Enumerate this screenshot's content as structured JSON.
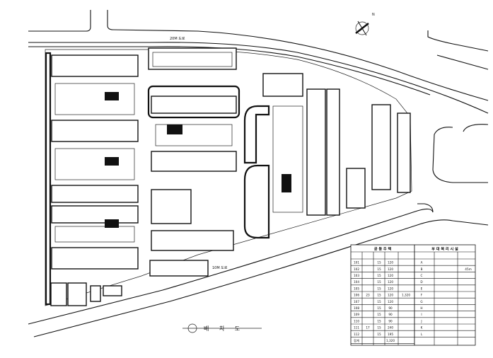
{
  "roads": {
    "north": "20M 도로",
    "south": "10M 도로"
  },
  "title": "배 치 도",
  "north_marker": "N",
  "residential_table": {
    "heading": "공 동 주 택",
    "rows": [
      [
        "101",
        "",
        "15",
        "120",
        ""
      ],
      [
        "102",
        "",
        "15",
        "120",
        ""
      ],
      [
        "103",
        "",
        "15",
        "120",
        ""
      ],
      [
        "104",
        "",
        "15",
        "120",
        ""
      ],
      [
        "105",
        "",
        "15",
        "120",
        ""
      ],
      [
        "106",
        "23",
        "15",
        "120",
        "1,320"
      ],
      [
        "107",
        "",
        "15",
        "120",
        ""
      ],
      [
        "108",
        "",
        "15",
        "90",
        ""
      ],
      [
        "109",
        "",
        "15",
        "90",
        ""
      ],
      [
        "110",
        "",
        "15",
        "90",
        ""
      ],
      [
        "111",
        "17",
        "15",
        "240",
        ""
      ],
      [
        "112",
        "",
        "15",
        "195",
        ""
      ],
      [
        "합계",
        "",
        "",
        "1,320",
        ""
      ]
    ]
  },
  "facilities_table": {
    "heading": "부 대 복 리 시 설",
    "rows": [
      [
        "A",
        "",
        ""
      ],
      [
        "B",
        "",
        "45m"
      ],
      [
        "C",
        "",
        ""
      ],
      [
        "D",
        "",
        ""
      ],
      [
        "E",
        "",
        ""
      ],
      [
        "F",
        "",
        ""
      ],
      [
        "G",
        "",
        ""
      ],
      [
        "H",
        "",
        ""
      ],
      [
        "I",
        "",
        ""
      ],
      [
        "J",
        "",
        ""
      ],
      [
        "K",
        "",
        ""
      ],
      [
        "L",
        "",
        ""
      ]
    ]
  }
}
